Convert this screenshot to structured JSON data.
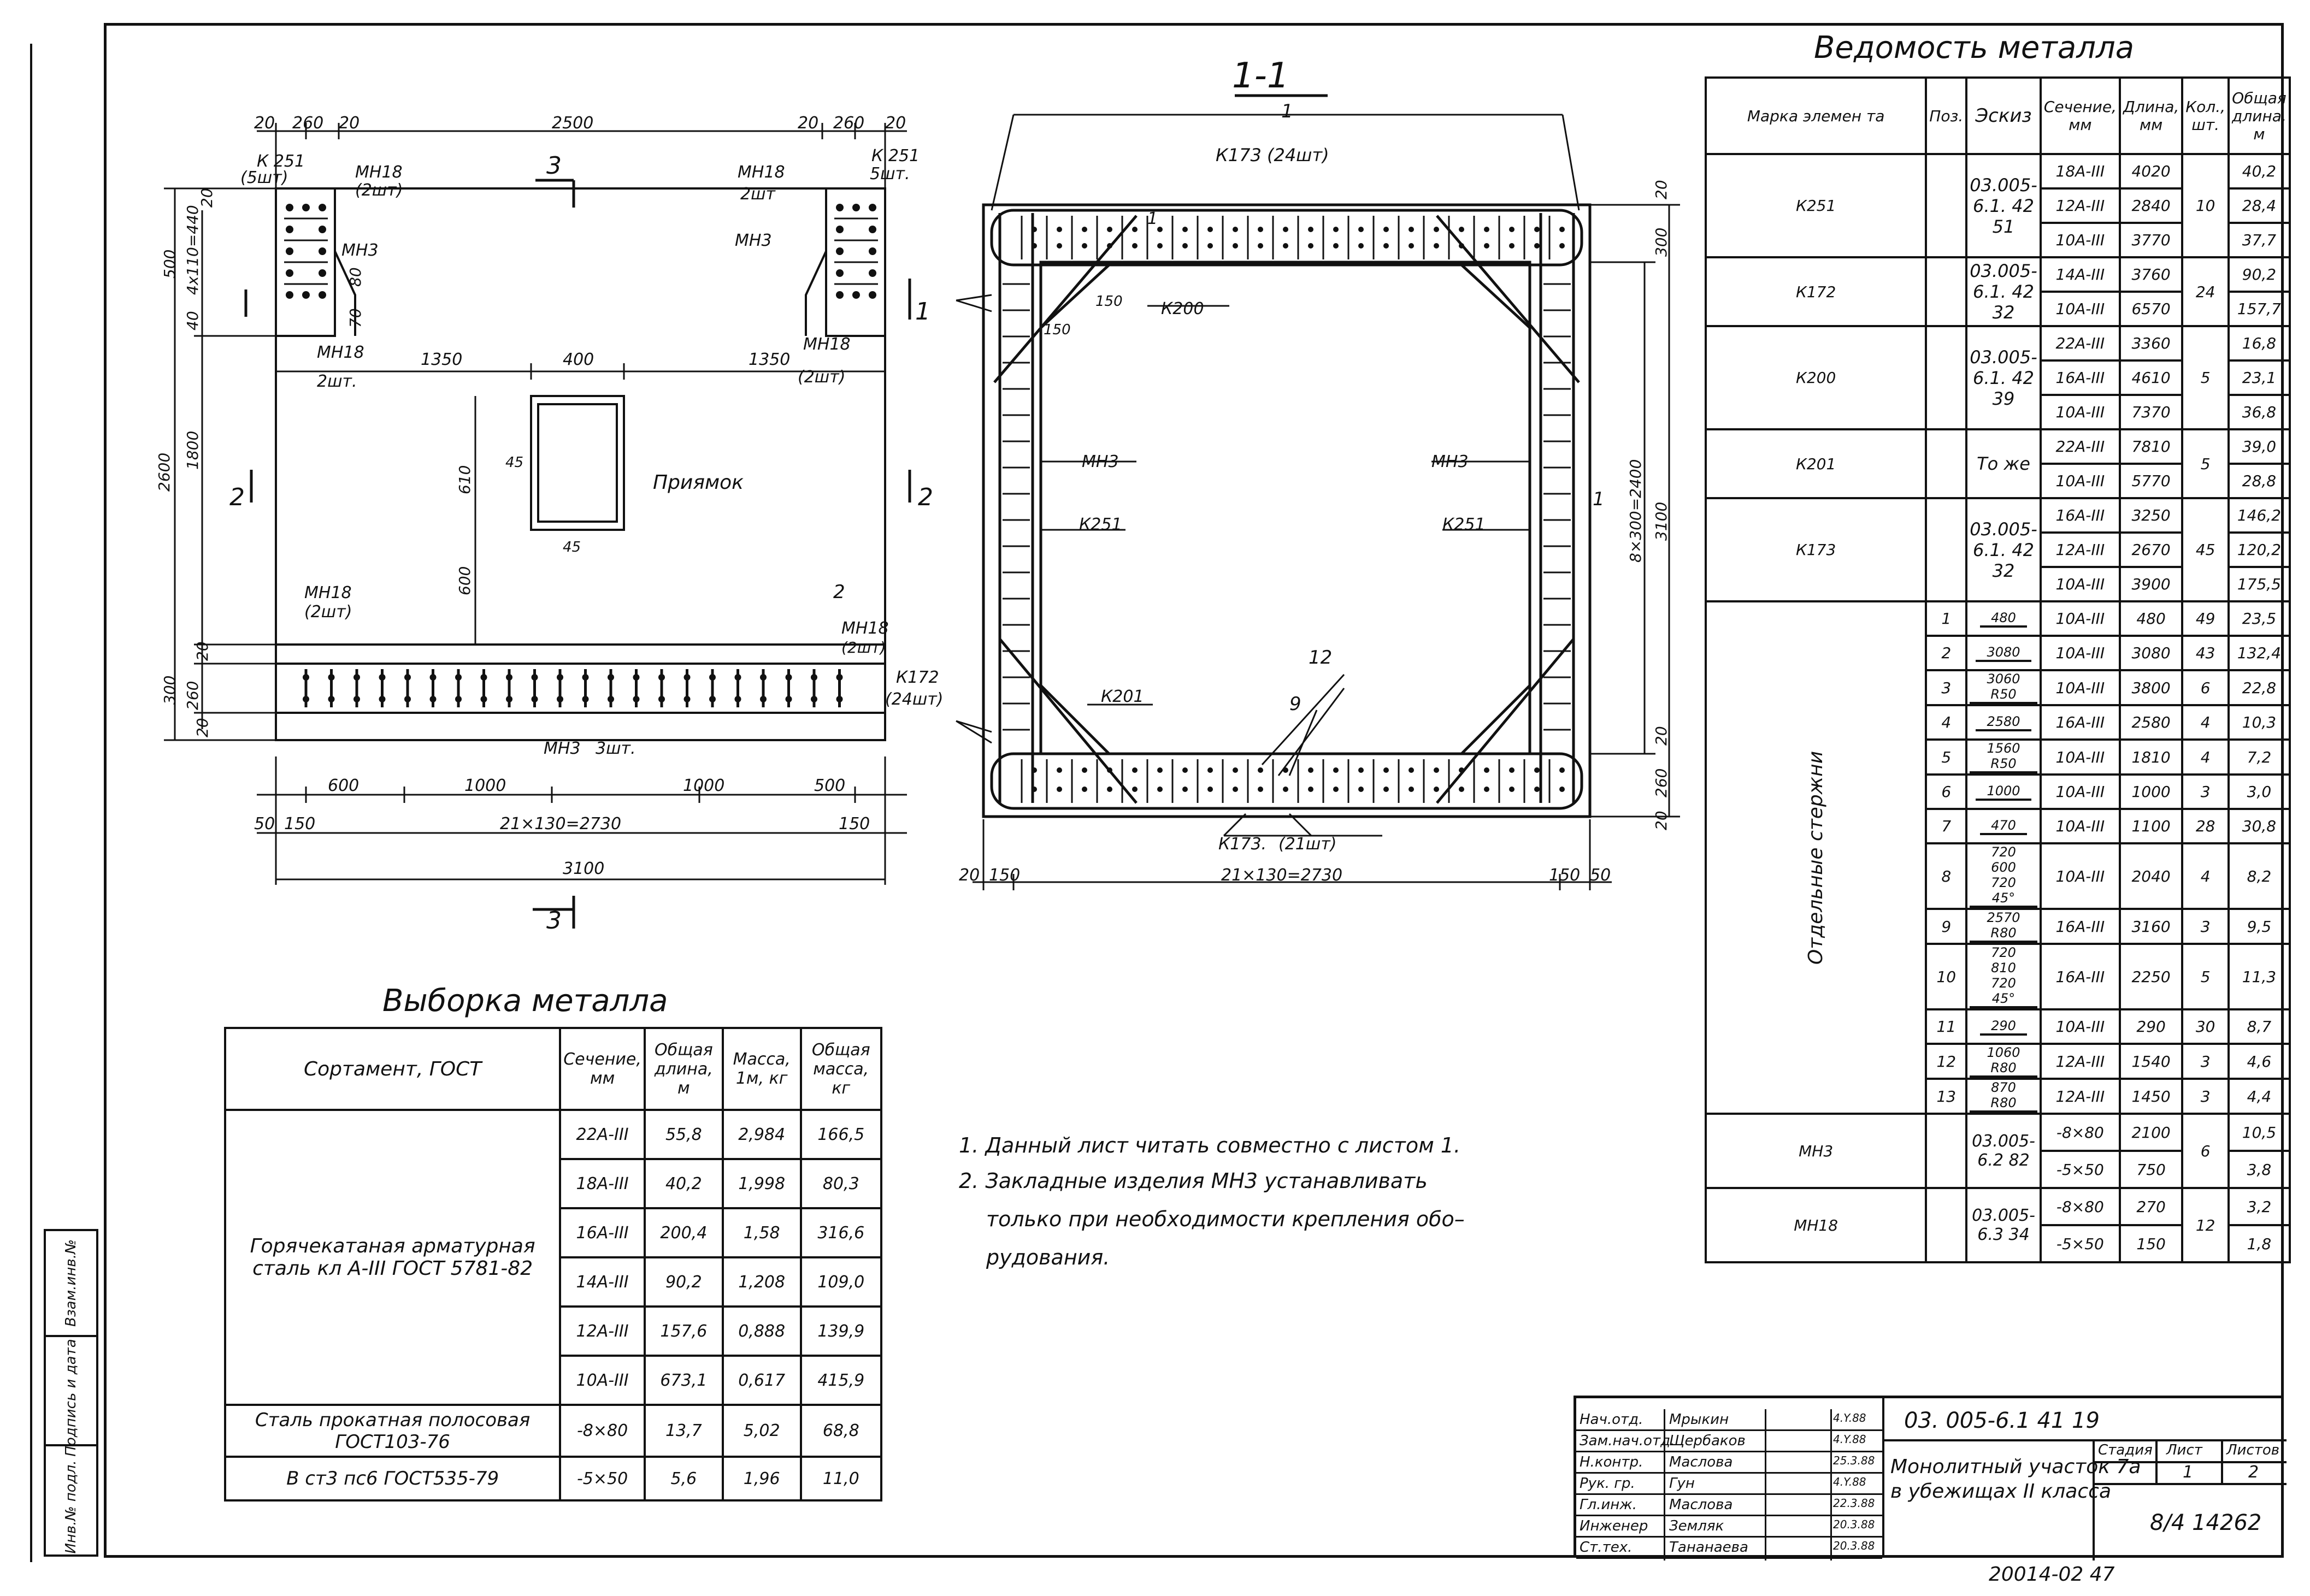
{
  "section_title": "1-1",
  "drawing_labels": {
    "k251_top_left": "К 251",
    "k251_count_left": "(5шт)",
    "mn18_top_left": "МН18",
    "mn18_count_top_left": "(2шт)",
    "mn3_top_left": "МН3",
    "mn18_bot_left": "МН18",
    "mn18_bot_left_cnt": "2шт.",
    "mn18_top_right": "МН18",
    "mn18_top_right_cnt": "2шт",
    "k251_top_right": "К 251",
    "k251_cnt_right": "5шт.",
    "mn3_top_right": "МН3",
    "mn18_right2": "МН18",
    "mn18_right2_cnt": "(2шт)",
    "pit": "Приямок",
    "mn18_lower_left": "МН18",
    "mn18_lower_left_cnt": "(2шт)",
    "mn18_lower_right": "МН18",
    "mn18_lower_right_cnt": "(2шт)",
    "k172": "К172",
    "k172_cnt": "(24шт)",
    "mn3_bottom": "МН3",
    "mn3_bottom_cnt": "3шт.",
    "section2_left": "2",
    "section2_right": "2",
    "section3_top": "3",
    "section3_bottom": "3",
    "section1": "1",
    "mark_2": "2",
    "k173_top": "К173 (24шт)",
    "k200": "К200",
    "mn3_s_left": "МН3",
    "mn3_s_right": "МН3",
    "k251_s_left": "К251",
    "k251_s_right": "К251",
    "k201": "К201",
    "k173_bottom": "К173.",
    "k173_bottom_cnt": "(21шт)",
    "mark_12": "12",
    "mark_9": "9",
    "mark_1_top": "1",
    "mark_1_right": "1",
    "mark_1_left": "1"
  },
  "dims": {
    "d20a": "20",
    "d260a": "260",
    "d20b": "20",
    "d2500": "2500",
    "d20c": "20",
    "d260b": "260",
    "d20d": "20",
    "d500": "500",
    "d4x110": "4x110=440",
    "d40": "40",
    "d20e": "20",
    "d80": "80",
    "d70": "70",
    "d1350a": "1350",
    "d400": "400",
    "d1350b": "1350",
    "d2600": "2600",
    "d1800": "1800",
    "d610": "610",
    "d600": "600",
    "d45a": "45",
    "d45b": "45",
    "d300": "300",
    "d260c": "260",
    "d20f": "20",
    "d20g": "20",
    "d600b": "600",
    "d1000a": "1000",
    "d1000b": "1000",
    "d500b": "500",
    "d50": "50",
    "d150a": "150",
    "d21x130": "21×130=2730",
    "d150b": "150",
    "d3100": "3100",
    "s20a": "20",
    "s300": "300",
    "s150": "150",
    "s150b": "150",
    "s8x300": "8×300=2400",
    "s3100": "3100",
    "s20b": "20",
    "s260": "260",
    "s20c": "20",
    "s20d": "20",
    "s150c": "150",
    "s21x130": "21×130=2730",
    "s150d": "150",
    "s50": "50"
  },
  "vedomost": {
    "title": "Ведомость      металла",
    "headers": [
      "Марка элемен та",
      "Поз.",
      "Эскиз",
      "Сечение, мм",
      "Длина, мм",
      "Кол., шт.",
      "Общая длина, м"
    ],
    "groups": [
      {
        "mark": "К251",
        "sketch": "03.005-6.1. 42 51",
        "qty": "10",
        "rows": [
          [
            "18А-III",
            "4020",
            "40,2"
          ],
          [
            "12А-III",
            "2840",
            "28,4"
          ],
          [
            "10А-III",
            "3770",
            "37,7"
          ]
        ]
      },
      {
        "mark": "К172",
        "sketch": "03.005-6.1. 42 32",
        "qty": "24",
        "rows": [
          [
            "14А-III",
            "3760",
            "90,2"
          ],
          [
            "10А-III",
            "6570",
            "157,7"
          ]
        ]
      },
      {
        "mark": "К200",
        "sketch": "03.005-6.1. 42 39",
        "qty": "5",
        "rows": [
          [
            "22А-III",
            "3360",
            "16,8"
          ],
          [
            "16А-III",
            "4610",
            "23,1"
          ],
          [
            "10А-III",
            "7370",
            "36,8"
          ]
        ]
      },
      {
        "mark": "К201",
        "sketch": "То же",
        "qty": "5",
        "rows": [
          [
            "22А-III",
            "7810",
            "39,0"
          ],
          [
            "10А-III",
            "5770",
            "28,8"
          ]
        ]
      },
      {
        "mark": "К173",
        "sketch": "03.005-6.1. 42 32",
        "qty": "45",
        "rows": [
          [
            "16А-III",
            "3250",
            "146,2"
          ],
          [
            "12А-III",
            "2670",
            "120,2"
          ],
          [
            "10А-III",
            "3900",
            "175,5"
          ]
        ]
      }
    ],
    "separate_label": "Отдельные  стержни",
    "separate": [
      {
        "pos": "1",
        "sketch": "480",
        "sec": "10А-III",
        "len": "480",
        "qty": "49",
        "total": "23,5"
      },
      {
        "pos": "2",
        "sketch": "3080",
        "sec": "10А-III",
        "len": "3080",
        "qty": "43",
        "total": "132,4"
      },
      {
        "pos": "3",
        "sketch": "3060  R50",
        "sec": "10А-III",
        "len": "3800",
        "qty": "6",
        "total": "22,8"
      },
      {
        "pos": "4",
        "sketch": "2580",
        "sec": "16А-III",
        "len": "2580",
        "qty": "4",
        "total": "10,3"
      },
      {
        "pos": "5",
        "sketch": "1560  R50",
        "sec": "10А-III",
        "len": "1810",
        "qty": "4",
        "total": "7,2"
      },
      {
        "pos": "6",
        "sketch": "1000",
        "sec": "10А-III",
        "len": "1000",
        "qty": "3",
        "total": "3,0"
      },
      {
        "pos": "7",
        "sketch": "470",
        "sec": "10А-III",
        "len": "1100",
        "qty": "28",
        "total": "30,8"
      },
      {
        "pos": "8",
        "sketch": "720  600  720  45°",
        "sec": "10А-III",
        "len": "2040",
        "qty": "4",
        "total": "8,2"
      },
      {
        "pos": "9",
        "sketch": "2570  R80",
        "sec": "16А-III",
        "len": "3160",
        "qty": "3",
        "total": "9,5"
      },
      {
        "pos": "10",
        "sketch": "720  810  720  45°",
        "sec": "16А-III",
        "len": "2250",
        "qty": "5",
        "total": "11,3"
      },
      {
        "pos": "11",
        "sketch": "290",
        "sec": "10А-III",
        "len": "290",
        "qty": "30",
        "total": "8,7"
      },
      {
        "pos": "12",
        "sketch": "1060  R80",
        "sec": "12А-III",
        "len": "1540",
        "qty": "3",
        "total": "4,6"
      },
      {
        "pos": "13",
        "sketch": "870  R80",
        "sec": "12А-III",
        "len": "1450",
        "qty": "3",
        "total": "4,4"
      }
    ],
    "embedded": [
      {
        "mark": "МН3",
        "sketch": "03.005-6.2  82",
        "qty": "6",
        "rows": [
          [
            "-8×80",
            "2100",
            "10,5"
          ],
          [
            "-5×50",
            "750",
            "3,8"
          ]
        ]
      },
      {
        "mark": "МН18",
        "sketch": "03.005-6.3  34",
        "qty": "12",
        "rows": [
          [
            "-8×80",
            "270",
            "3,2"
          ],
          [
            "-5×50",
            "150",
            "1,8"
          ]
        ]
      }
    ]
  },
  "vyborka": {
    "title": "Выборка        металла",
    "headers": [
      "Сортамент, ГОСТ",
      "Сечение, мм",
      "Общая длина, м",
      "Масса, 1м, кг",
      "Общая масса, кг"
    ],
    "group1": "Горячекатаная арматурная сталь кл А-III ГОСТ 5781-82",
    "rows1": [
      [
        "22А-III",
        "55,8",
        "2,984",
        "166,5"
      ],
      [
        "18А-III",
        "40,2",
        "1,998",
        "80,3"
      ],
      [
        "16А-III",
        "200,4",
        "1,58",
        "316,6"
      ],
      [
        "14А-III",
        "90,2",
        "1,208",
        "109,0"
      ],
      [
        "12А-III",
        "157,6",
        "0,888",
        "139,9"
      ],
      [
        "10А-III",
        "673,1",
        "0,617",
        "415,9"
      ]
    ],
    "group2a": "Сталь прокатная полосовая ГОСТ103-76",
    "group2b": "В ст3 пс6   ГОСТ535-79",
    "rows2": [
      [
        "-8×80",
        "13,7",
        "5,02",
        "68,8"
      ],
      [
        "-5×50",
        "5,6",
        "1,96",
        "11,0"
      ]
    ]
  },
  "notes": {
    "n1": "1.  Данный   лист   читать   совместно   с листом 1.",
    "n2": "2.  Закладные    изделия  МН3  устанавливать",
    "n2b": "только   при   необходимости   крепления   обо–",
    "n2c": "рудования."
  },
  "stamp": {
    "code": "03. 005-6.1 41  19",
    "title1": "Монолитный  участок 7а",
    "title2": "в убежищах  II класса",
    "stage_h": "Стадия",
    "sheet_h": "Лист",
    "sheets_h": "Листов",
    "sheet": "1",
    "sheets": "2",
    "org": "8/4 14262",
    "people": [
      [
        "Нач.отд.",
        "Мрыкин",
        "4.Y.88"
      ],
      [
        "Зам.нач.отд.",
        "Щербаков",
        "4.Y.88"
      ],
      [
        "Н.контр.",
        "Маслова",
        "25.3.88"
      ],
      [
        "Рук. гр.",
        "Гун",
        "4.Y.88"
      ],
      [
        "Гл.инж.",
        "Маслова",
        "22.3.88"
      ],
      [
        "Инженер",
        "Земляк",
        "20.3.88"
      ],
      [
        "Ст.тех.",
        "Тананаева",
        "20.3.88"
      ]
    ]
  },
  "side_stamp": [
    "Инв.№ подл.",
    "Подпись и дата",
    "Взам.инв.№"
  ],
  "bottom_number": "20014-02  47"
}
